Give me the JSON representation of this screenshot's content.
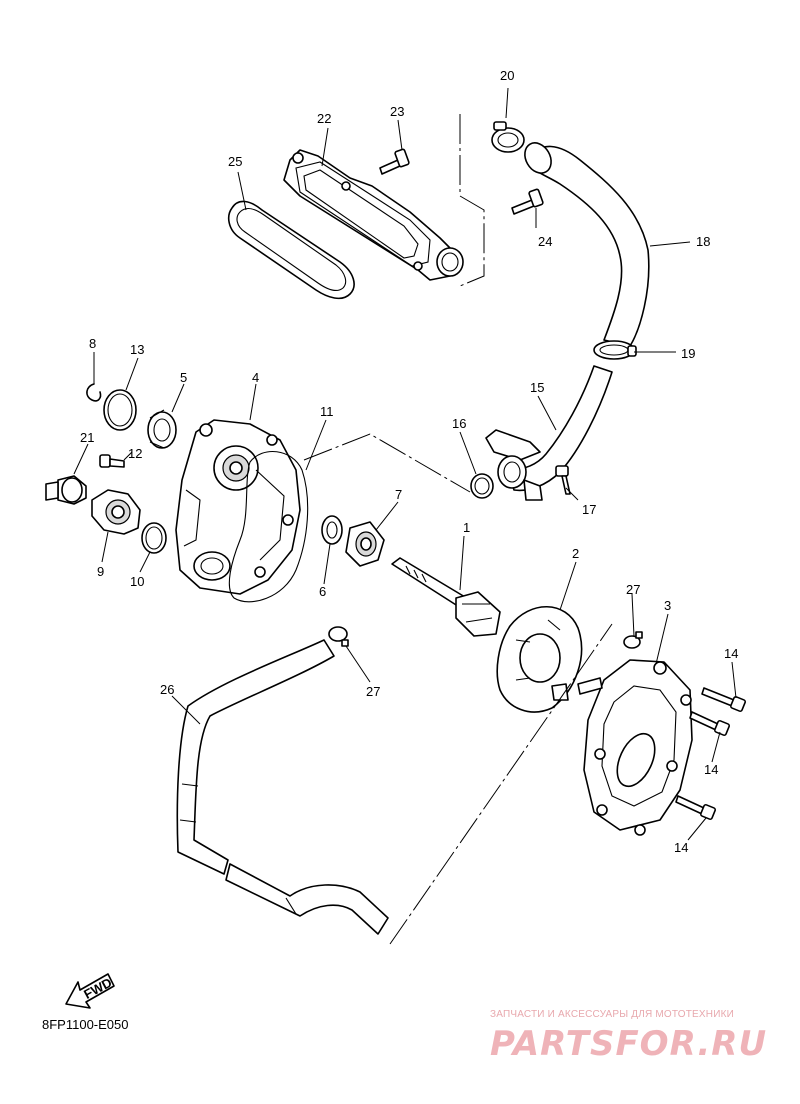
{
  "diagram": {
    "code": "8FP1100-E050",
    "fwd_label": "FWD",
    "callouts": [
      "1",
      "2",
      "3",
      "4",
      "5",
      "6",
      "7",
      "8",
      "9",
      "10",
      "11",
      "12",
      "13",
      "14",
      "14",
      "14",
      "15",
      "16",
      "17",
      "18",
      "19",
      "20",
      "21",
      "22",
      "23",
      "24",
      "25",
      "26",
      "27",
      "27"
    ]
  },
  "watermark": {
    "line1": "ЗАПЧАСТИ И АКСЕССУАРЫ ДЛЯ МОТОТЕХНИКИ",
    "logo": "PARTSFOR.RU"
  }
}
